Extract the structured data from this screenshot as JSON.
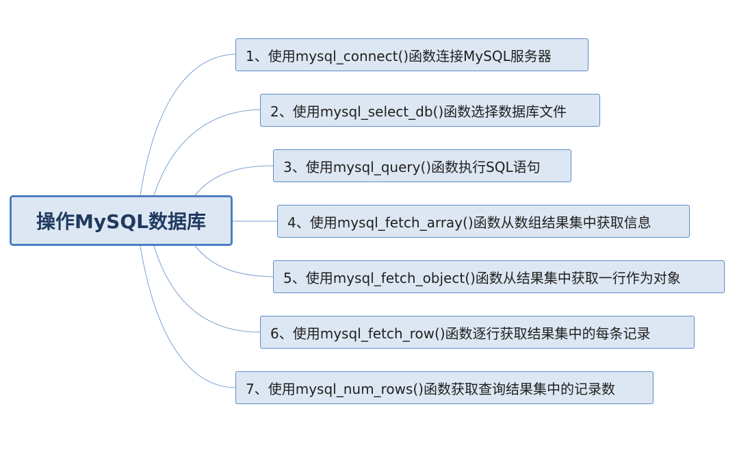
{
  "root": {
    "label": "操作MySQL数据库"
  },
  "branches": [
    {
      "label": "1、使用mysql_connect()函数连接MySQL服务器"
    },
    {
      "label": "2、使用mysql_select_db()函数选择数据库文件"
    },
    {
      "label": "3、使用mysql_query()函数执行SQL语句"
    },
    {
      "label": "4、使用mysql_fetch_array()函数从数组结果集中获取信息"
    },
    {
      "label": "5、使用mysql_fetch_object()函数从结果集中获取一行作为对象"
    },
    {
      "label": "6、使用mysql_fetch_row()函数逐行获取结果集中的每条记录"
    },
    {
      "label": "7、使用mysql_num_rows()函数获取查询结果集中的记录数"
    }
  ],
  "colors": {
    "node_fill": "#dde7f3",
    "root_border": "#4a7ec1",
    "node_border": "#5a8ac6",
    "connector": "#7a9fcf",
    "root_text": "#1f3a5f"
  }
}
